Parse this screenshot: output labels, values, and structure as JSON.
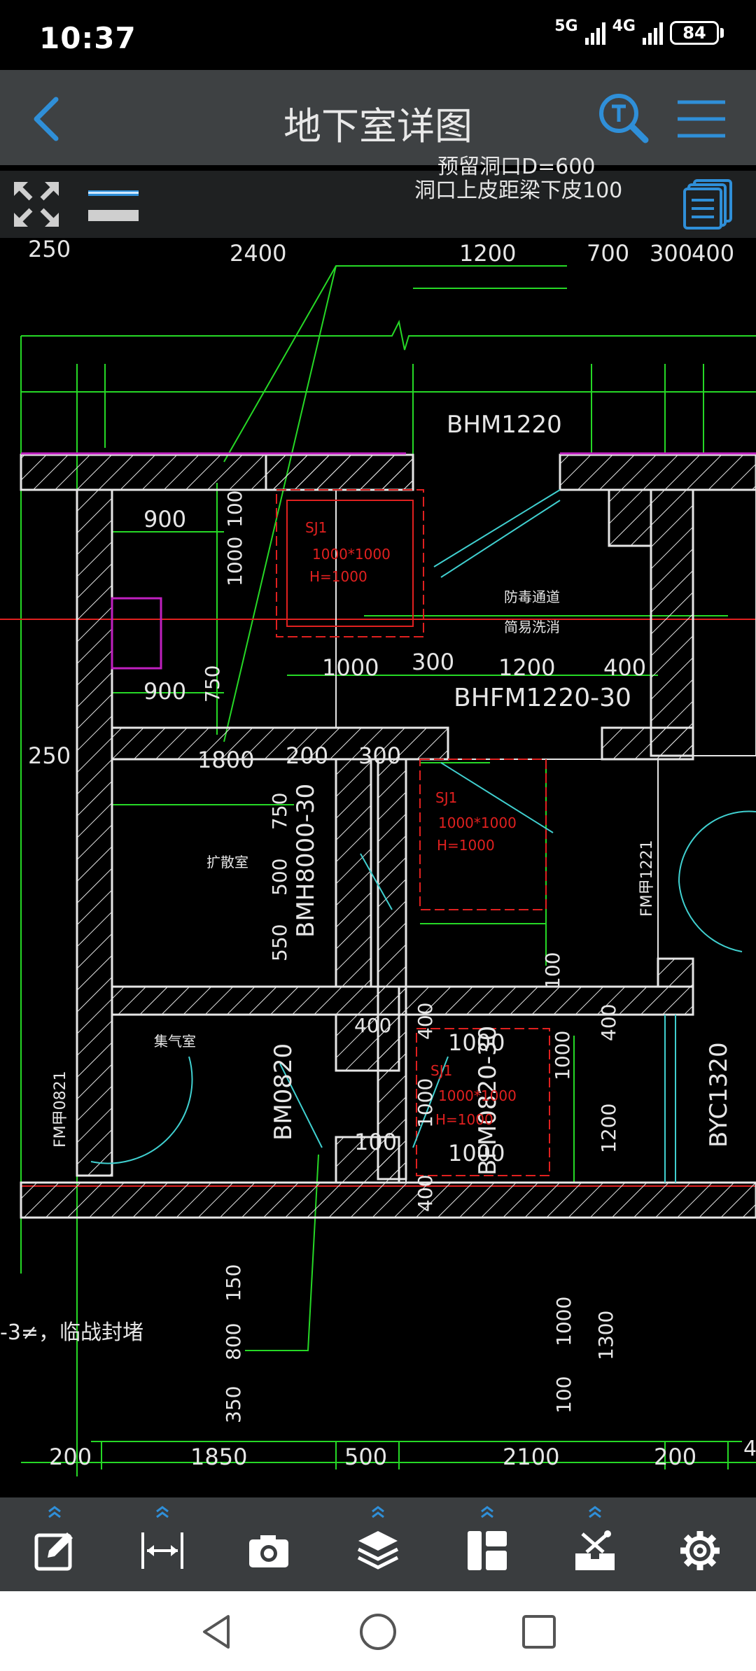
{
  "status": {
    "time": "10:37",
    "net1": "5G",
    "net2": "4G",
    "battery": "84"
  },
  "header": {
    "title": "地下室详图"
  },
  "colors": {
    "accent": "#2f8fd8",
    "cad_white": "#e6e6e6",
    "cad_red": "#e0201f",
    "cad_green": "#26d826",
    "cad_yellow": "#e8e820",
    "cad_magenta": "#c020c0",
    "cad_cyan": "#40d0d0"
  },
  "icons": {
    "back": "chevron-left-icon",
    "search": "text-search-icon",
    "menu": "hamburger-menu-icon",
    "fit": "zoom-extents-icon",
    "layers_toggle": "line-weight-icon",
    "docs": "document-list-icon"
  },
  "drawing": {
    "notes": [
      "预留洞口D=600",
      "洞口上皮距梁下皮100",
      "-3≠，临战封堵"
    ],
    "door_labels": [
      "BHM1220",
      "BHFM1220-30",
      "BMH8000-30",
      "BM0820",
      "BFM0820-30",
      "BYC1320",
      "FM甲1221",
      "FM甲0821"
    ],
    "room_labels": [
      "防毒通道",
      "简易洗消",
      "扩散室",
      "集气室"
    ],
    "sj_labels": [
      "SJ1",
      "1000*1000",
      "H=1000"
    ],
    "top_dims": [
      "250",
      "2400",
      "1200",
      "700",
      "300",
      "400"
    ],
    "bottom_dims": [
      "200",
      "1850",
      "500",
      "2100",
      "200",
      "4"
    ],
    "inner_dims": [
      "900",
      "100",
      "1000",
      "900",
      "750",
      "1000",
      "300",
      "1200",
      "400",
      "250",
      "1800",
      "200",
      "300",
      "750",
      "500",
      "550",
      "400",
      "1000",
      "100",
      "1000",
      "400",
      "1000",
      "400",
      "1200",
      "100",
      "150",
      "800",
      "350",
      "400",
      "1000",
      "1000",
      "1300",
      "100"
    ]
  },
  "bottom_tools": [
    {
      "name": "edit-icon"
    },
    {
      "name": "measure-icon"
    },
    {
      "name": "camera-icon"
    },
    {
      "name": "layers-icon"
    },
    {
      "name": "layout-icon"
    },
    {
      "name": "tools-icon"
    },
    {
      "name": "settings-icon"
    }
  ]
}
